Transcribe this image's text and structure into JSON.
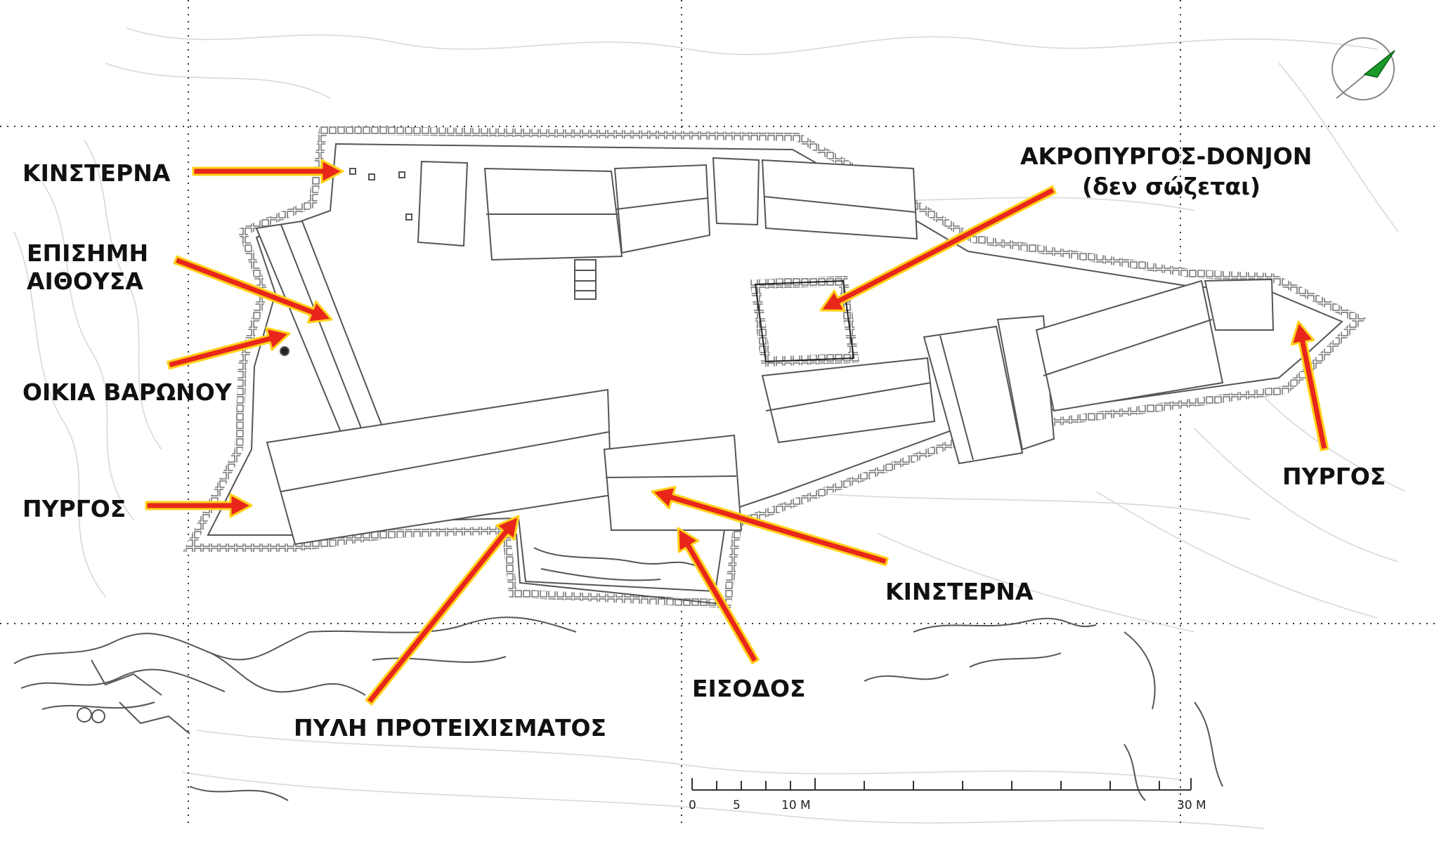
{
  "labels": {
    "cistern_nw": "ΚΙΝΣΤΕΡΝΑ",
    "hall_line1": "ΕΠΙΣΗΜΗ",
    "hall_line2": "ΑΙΘΟΥΣΑ",
    "baron_house": "ΟΙΚΙΑ ΒΑΡΩΝΟΥ",
    "tower_w": "ΠΥΡΓΟΣ",
    "keep_line1": "ΑΚΡΟΠΥΡΓΟΣ-DONJON",
    "keep_line2": "(δεν σώζεται)",
    "tower_e": "ΠΥΡΓΟΣ",
    "cistern_s": "ΚΙΝΣΤΕΡΝΑ",
    "entrance": "ΕΙΣΟΔΟΣ",
    "outer_gate": "ΠΥΛΗ ΠΡΟΤΕΙΧΙΣΜΑΤΟΣ"
  },
  "scale": {
    "tick0": "0",
    "tick5": "5",
    "tick10": "10 M",
    "tick30": "30 M"
  },
  "colors": {
    "arrow_fill": "#e8271a",
    "arrow_edge": "#ffd21a",
    "ink": "#555555",
    "north_marker": "#1a9a2a"
  },
  "icons": {
    "north": "north-arrow-icon"
  }
}
